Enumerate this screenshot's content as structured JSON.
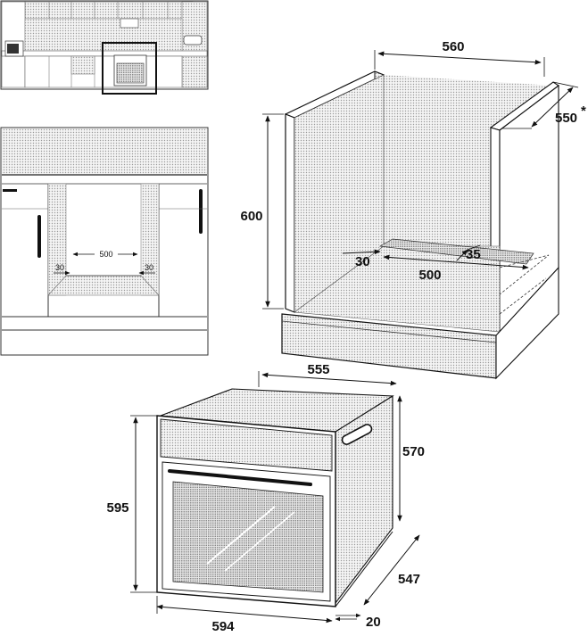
{
  "diagram": {
    "cabinet": {
      "width_label": "560",
      "depth_label": "550",
      "depth_note": "*",
      "height_label": "600",
      "vent_width_label": "500",
      "vent_offset_label": "30",
      "vent_depth_label": "35"
    },
    "oven": {
      "top_depth_label": "555",
      "side_height_label": "570",
      "front_height_label": "595",
      "side_depth_label": "547",
      "front_width_label": "594",
      "front_thickness_label": "20"
    },
    "detail": {
      "gap_label": "500",
      "left_margin_label": "30",
      "right_margin_label": "30"
    }
  }
}
